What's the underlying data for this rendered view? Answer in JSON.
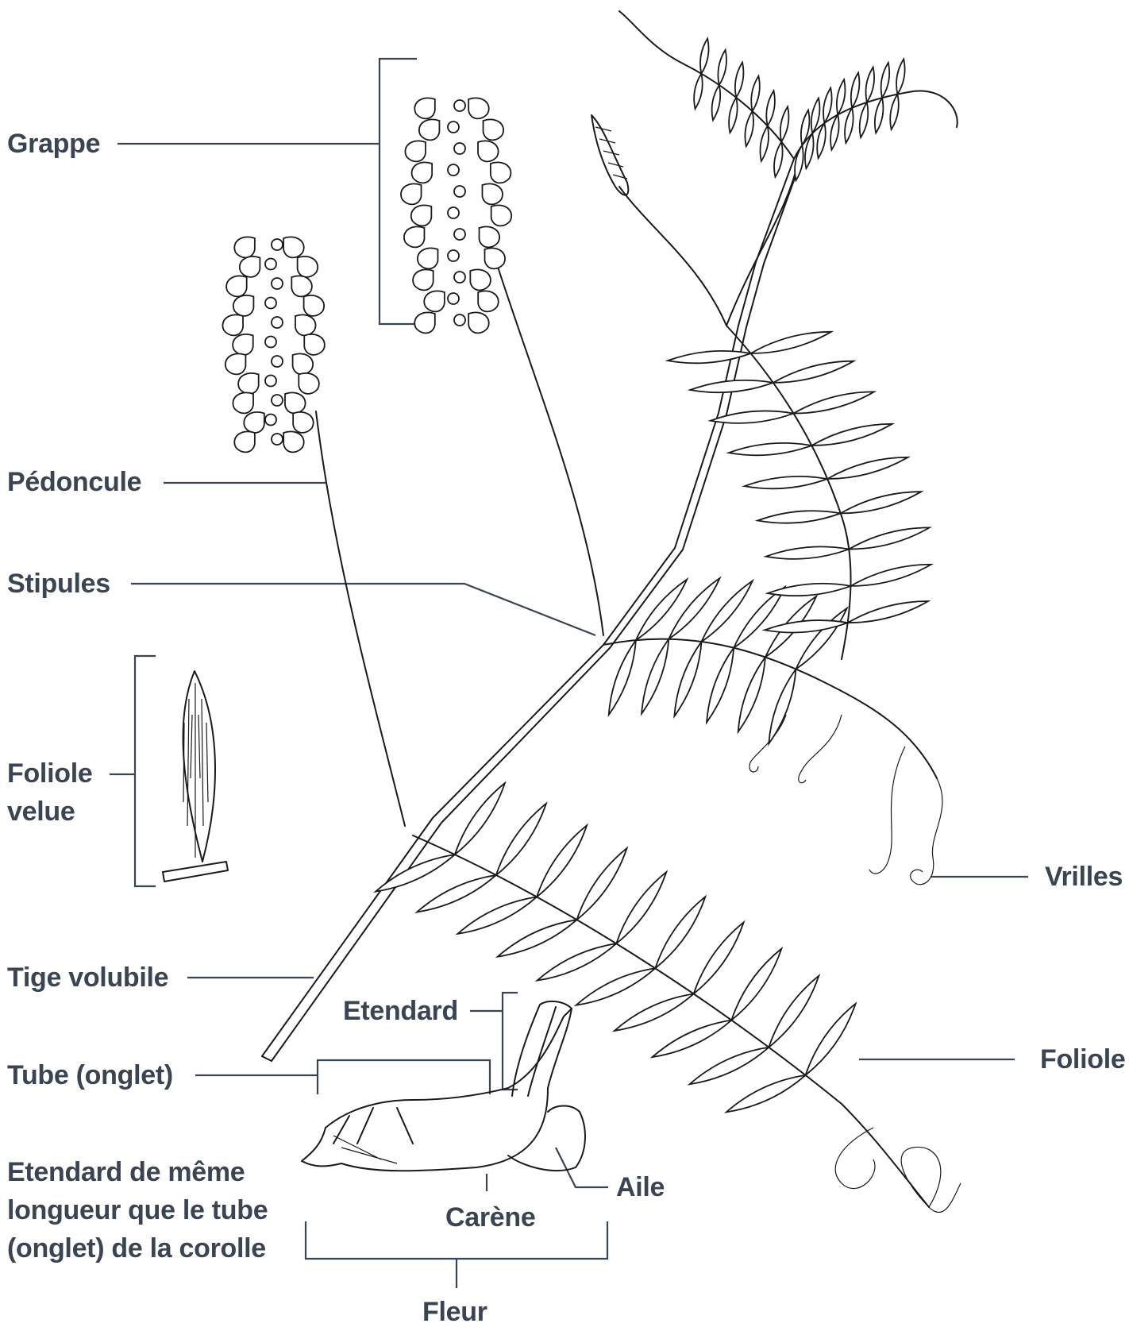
{
  "labels": {
    "grappe": "Grappe",
    "pedoncule": "Pédoncule",
    "stipules": "Stipules",
    "foliole_velue_1": "Foliole",
    "foliole_velue_2": "velue",
    "tige_volubile": "Tige volubile",
    "tube_onglet": "Tube (onglet)",
    "etendard_note_1": "Etendard de même",
    "etendard_note_2": "longueur que le tube",
    "etendard_note_3": "(onglet) de la corolle",
    "etendard": "Etendard",
    "carene": "Carène",
    "aile": "Aile",
    "fleur": "Fleur",
    "vrilles": "Vrilles",
    "foliole": "Foliole"
  },
  "colors": {
    "label_text": "#3a4452",
    "leader_line": "#3a4452",
    "drawing_ink": "#1a1a1a"
  }
}
